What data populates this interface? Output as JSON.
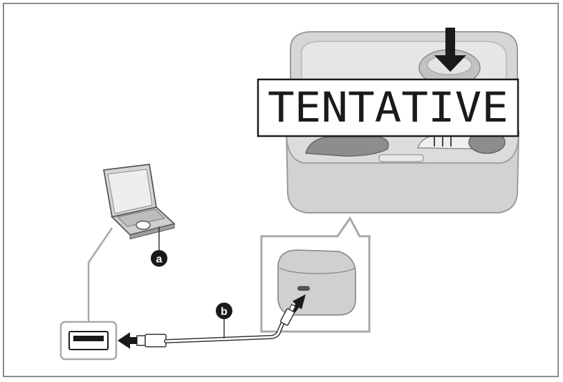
{
  "watermark": {
    "text": "TENTATIVE"
  },
  "callouts": {
    "a": "a",
    "b": "b"
  },
  "colors": {
    "frame": "#888888",
    "case_gray": "#d0d0d0",
    "case_gray_dark": "#a9a9a9",
    "arrow": "#1a1a1a",
    "callout_fill": "#1a1a1a",
    "callout_text": "#ffffff"
  },
  "icons": [
    "laptop-icon",
    "usb-port-icon",
    "charging-case-icon",
    "cable-icon",
    "insert-arrow-icon",
    "press-arrow-icon"
  ]
}
